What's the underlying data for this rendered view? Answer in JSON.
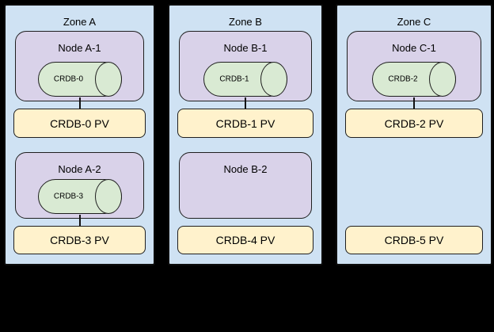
{
  "diagram": {
    "background_color": "#000000",
    "colors": {
      "zone_fill": "#cfe2f3",
      "node_fill": "#d9d2e9",
      "database_fill": "#d9ead3",
      "pv_fill": "#fff2cc",
      "border": "#1f1f1f"
    },
    "zones": [
      {
        "title": "Zone A",
        "slots": [
          {
            "node": "Node A-1",
            "database": "CRDB-0",
            "pv": "CRDB-0 PV",
            "connected": true
          },
          {
            "node": "Node A-2",
            "database": "CRDB-3",
            "pv": "CRDB-3 PV",
            "connected": true
          }
        ]
      },
      {
        "title": "Zone B",
        "slots": [
          {
            "node": "Node B-1",
            "database": "CRDB-1",
            "pv": "CRDB-1 PV",
            "connected": true
          },
          {
            "node": "Node B-2",
            "database": null,
            "pv": "CRDB-4 PV",
            "connected": false
          }
        ]
      },
      {
        "title": "Zone C",
        "slots": [
          {
            "node": "Node C-1",
            "database": "CRDB-2",
            "pv": "CRDB-2 PV",
            "connected": true
          },
          {
            "node": null,
            "database": null,
            "pv": "CRDB-5 PV",
            "connected": false
          }
        ]
      }
    ]
  }
}
